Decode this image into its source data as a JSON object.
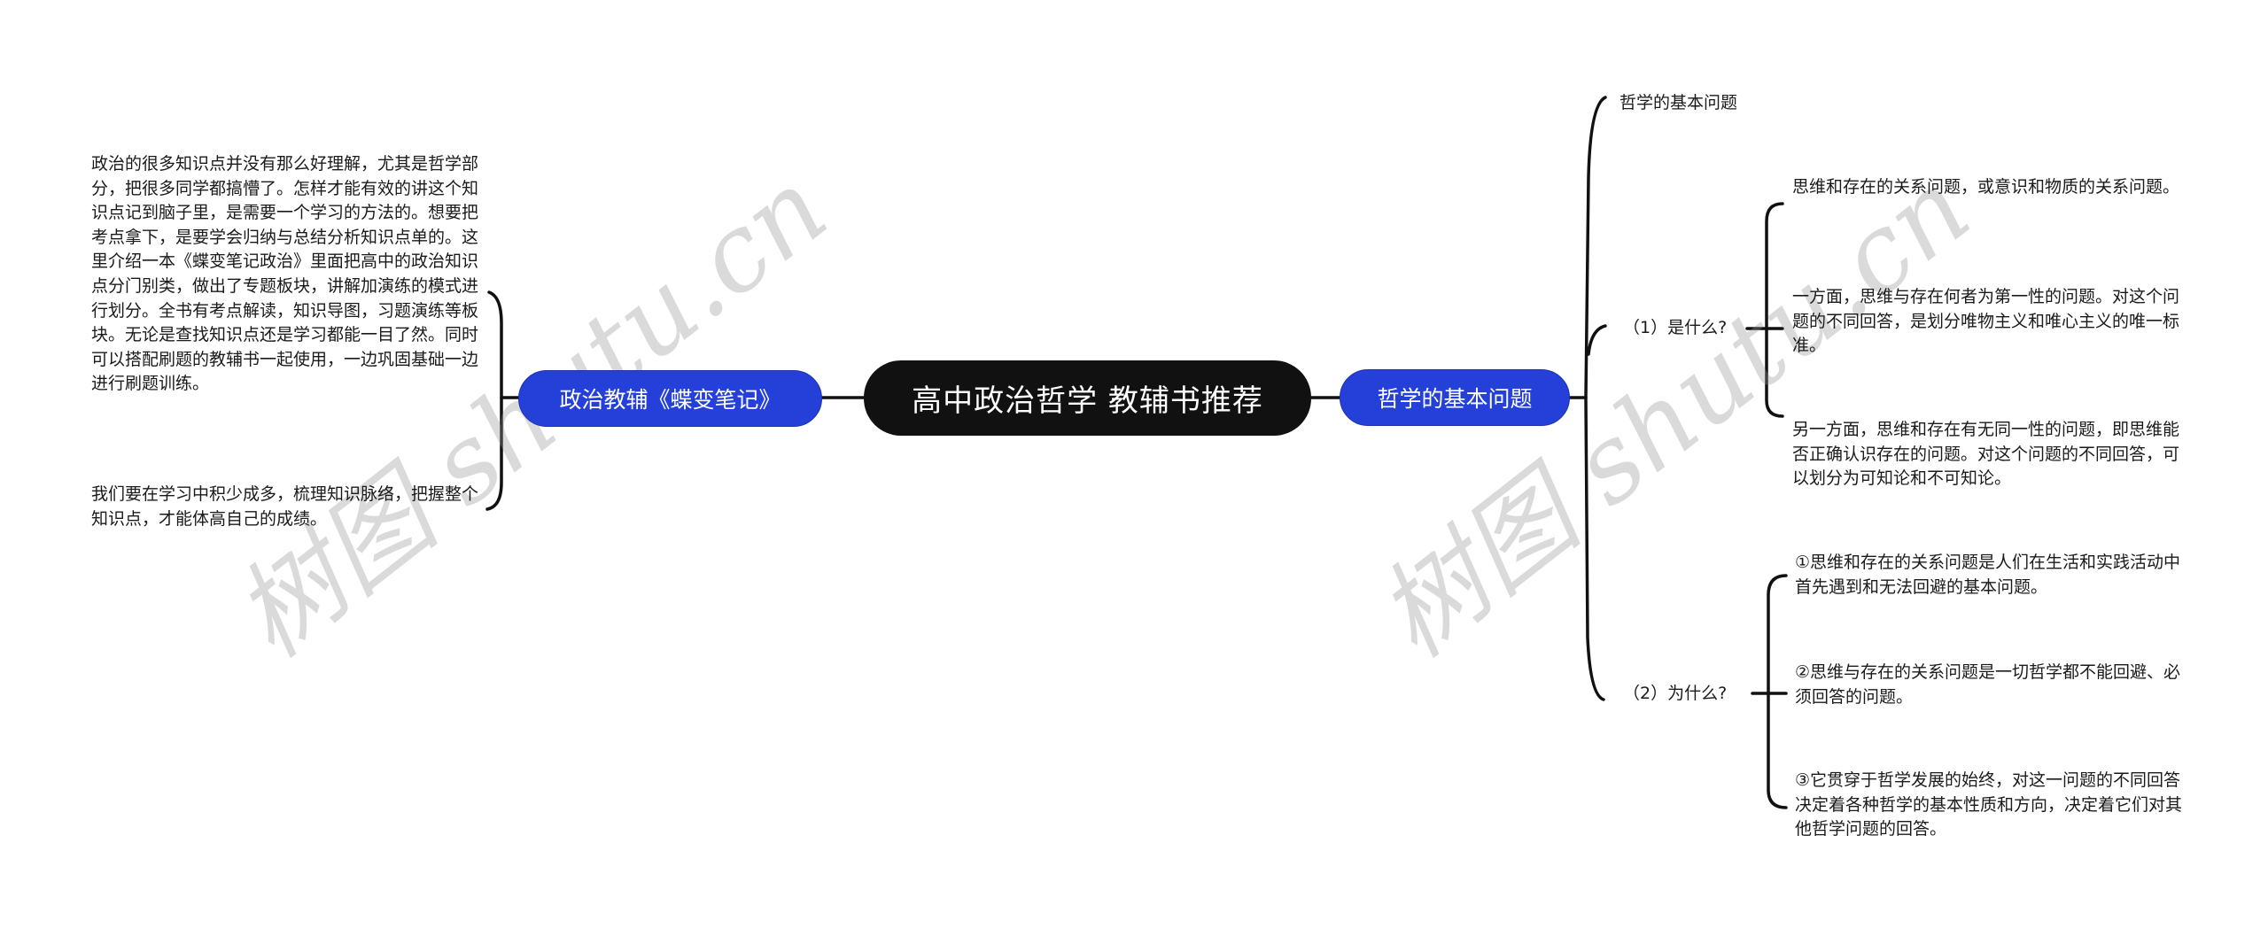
{
  "root": {
    "label": "高中政治哲学 教辅书推荐"
  },
  "left_branch": {
    "label": "政治教辅《蝶变笔记》",
    "children": [
      {
        "text": "政治的很多知识点并没有那么好理解，尤其是哲学部分，把很多同学都搞懵了。怎样才能有效的讲这个知识点记到脑子里，是需要一个学习的方法的。想要把考点拿下，是要学会归纳与总结分析知识点单的。这里介绍一本《蝶变笔记政治》里面把高中的政治知识点分门别类，做出了专题板块，讲解加演练的模式进行划分。全书有考点解读，知识导图，习题演练等板块。无论是查找知识点还是学习都能一目了然。同时可以搭配刷题的教辅书一起使用，一边巩固基础一边进行刷题训练。"
      },
      {
        "text": "我们要在学习中积少成多，梳理知识脉络，把握整个知识点，才能体高自己的成绩。"
      }
    ]
  },
  "right_branch": {
    "label": "哲学的基本问题",
    "children": [
      {
        "label": "哲学的基本问题"
      },
      {
        "label": "（1）是什么?",
        "children": [
          {
            "text": "思维和存在的关系问题，或意识和物质的关系问题。"
          },
          {
            "text": "一方面，思维与存在何者为第一性的问题。对这个问题的不同回答，是划分唯物主义和唯心主义的唯一标准。"
          },
          {
            "text": "另一方面，思维和存在有无同一性的问题，即思维能否正确认识存在的问题。对这个问题的不同回答，可以划分为可知论和不可知论。"
          }
        ]
      },
      {
        "label": "（2）为什么?",
        "children": [
          {
            "text": "①思维和存在的关系问题是人们在生活和实践活动中首先遇到和无法回避的基本问题。"
          },
          {
            "text": "②思维与存在的关系问题是一切哲学都不能回避、必须回答的问题。"
          },
          {
            "text": "③它贯穿于哲学发展的始终，对这一问题的不同回答决定着各种哲学的基本性质和方向，决定着它们对其他哲学问题的回答。"
          }
        ]
      }
    ]
  },
  "watermarks": [
    {
      "text": "树图 shutu.cn"
    },
    {
      "text": "树图 shutu.cn"
    }
  ],
  "colors": {
    "root_bg": "#111111",
    "branch_bg": "#2440d8",
    "line": "#111111",
    "text": "#1a1a1a",
    "watermark": "#c8c8c8"
  }
}
